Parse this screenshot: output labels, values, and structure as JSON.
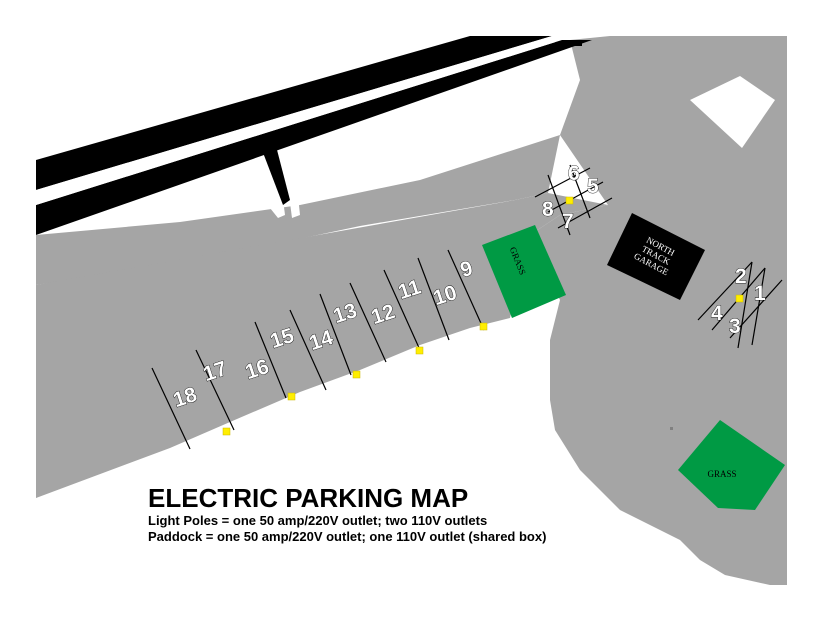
{
  "map": {
    "title": "ELECTRIC PARKING MAP",
    "legend": [
      "Light Poles = one 50 amp/220V outlet; two 110V outlets",
      "Paddock = one 50 amp/220V outlet; one 110V outlet (shared box)"
    ],
    "garage_label": [
      "NORTH",
      "TRACK",
      "GARAGE"
    ],
    "grass_labels": [
      "GRASS",
      "GRASS"
    ],
    "spots": [
      "1",
      "2",
      "3",
      "4",
      "5",
      "6",
      "7",
      "8",
      "9",
      "10",
      "11",
      "12",
      "13",
      "14",
      "15",
      "16",
      "17",
      "18"
    ],
    "colors": {
      "paved": "#a5a5a5",
      "grass": "#009a44",
      "outlet": "#ffee00",
      "building": "#000000",
      "background": "#ffffff"
    }
  }
}
